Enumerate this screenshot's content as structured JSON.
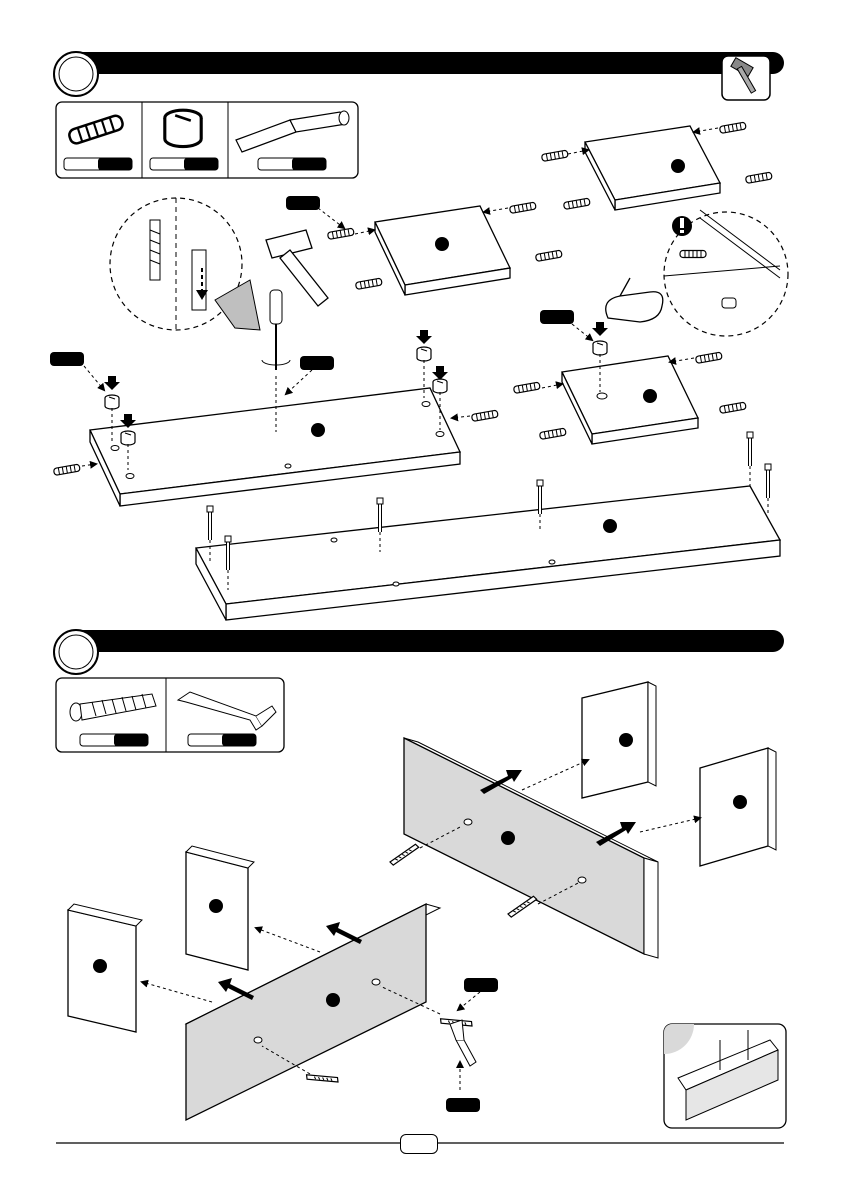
{
  "colors": {
    "ink": "#000000",
    "paper": "#ffffff",
    "panel_grey": "#d9d9d9",
    "arrow_grey": "#bfbfbf",
    "label_black": "#000000"
  },
  "icons": {
    "step1_tool": "hammer-icon",
    "step2_tool": "hex-key-icon",
    "attention": "exclamation-icon",
    "pointing": "pointing-hand-icon",
    "screwdriver": "screwdriver-icon"
  },
  "steps": [
    {
      "id": "step-1",
      "parts": [
        "dowel",
        "cam-lock",
        "cam-bolt"
      ]
    },
    {
      "id": "step-2",
      "parts": [
        "confirmat-screw",
        "hex-key"
      ]
    }
  ]
}
